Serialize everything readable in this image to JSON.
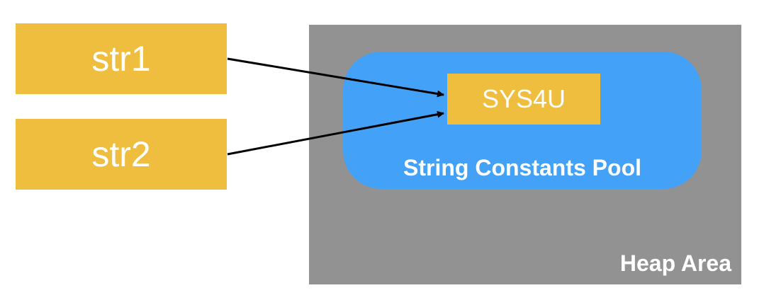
{
  "heap": {
    "label": "Heap Area",
    "color": "#929292"
  },
  "pool": {
    "label": "String Constants Pool",
    "color": "#44a1f8"
  },
  "literal": {
    "label": "SYS4U",
    "color": "#f0be3e"
  },
  "variables": [
    {
      "label": "str1"
    },
    {
      "label": "str2"
    }
  ],
  "references": [
    {
      "from": "str1",
      "to": "SYS4U"
    },
    {
      "from": "str2",
      "to": "SYS4U"
    }
  ]
}
